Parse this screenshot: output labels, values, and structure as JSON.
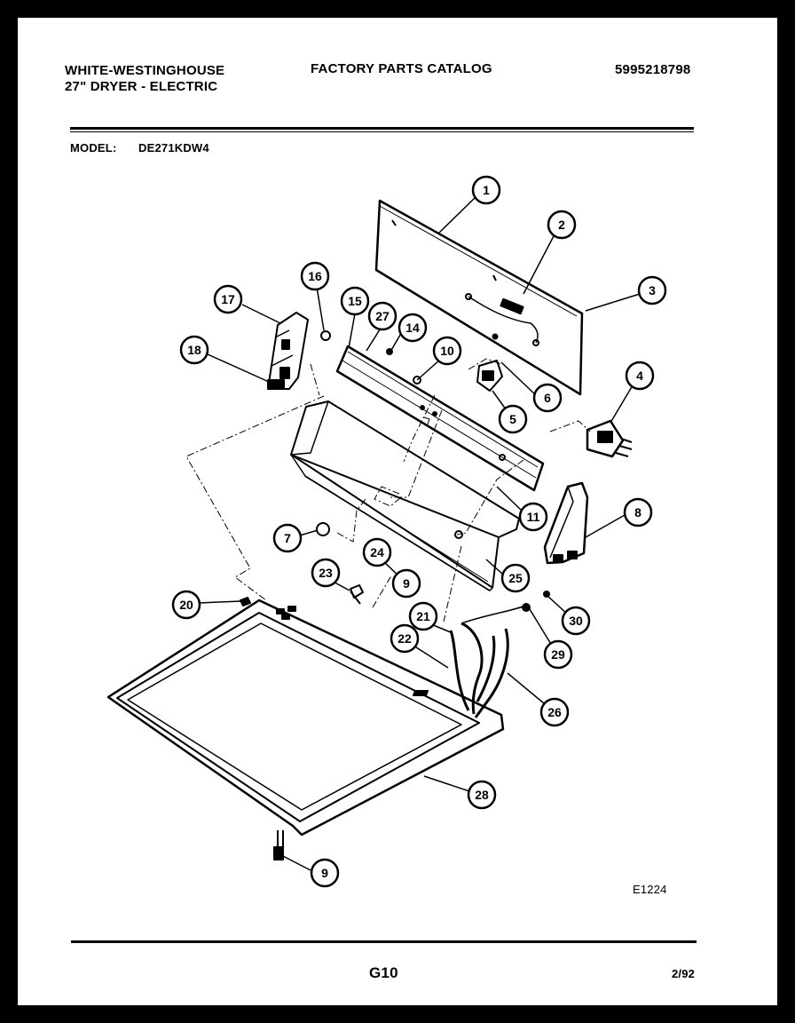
{
  "header": {
    "brand": "WHITE-WESTINGHOUSE",
    "product": "27\" DRYER - ELECTRIC",
    "catalog_title": "FACTORY PARTS CATALOG",
    "catalog_number": "5995218798",
    "model_label": "MODEL:",
    "model_value": "DE271KDW4"
  },
  "diagram": {
    "code": "E1224",
    "callouts": [
      "1",
      "2",
      "3",
      "4",
      "5",
      "6",
      "7",
      "8",
      "9",
      "9",
      "10",
      "11",
      "14",
      "15",
      "16",
      "17",
      "18",
      "20",
      "21",
      "22",
      "23",
      "24",
      "25",
      "26",
      "27",
      "28",
      "29",
      "30"
    ]
  },
  "footer": {
    "page": "G10",
    "date": "2/92"
  }
}
